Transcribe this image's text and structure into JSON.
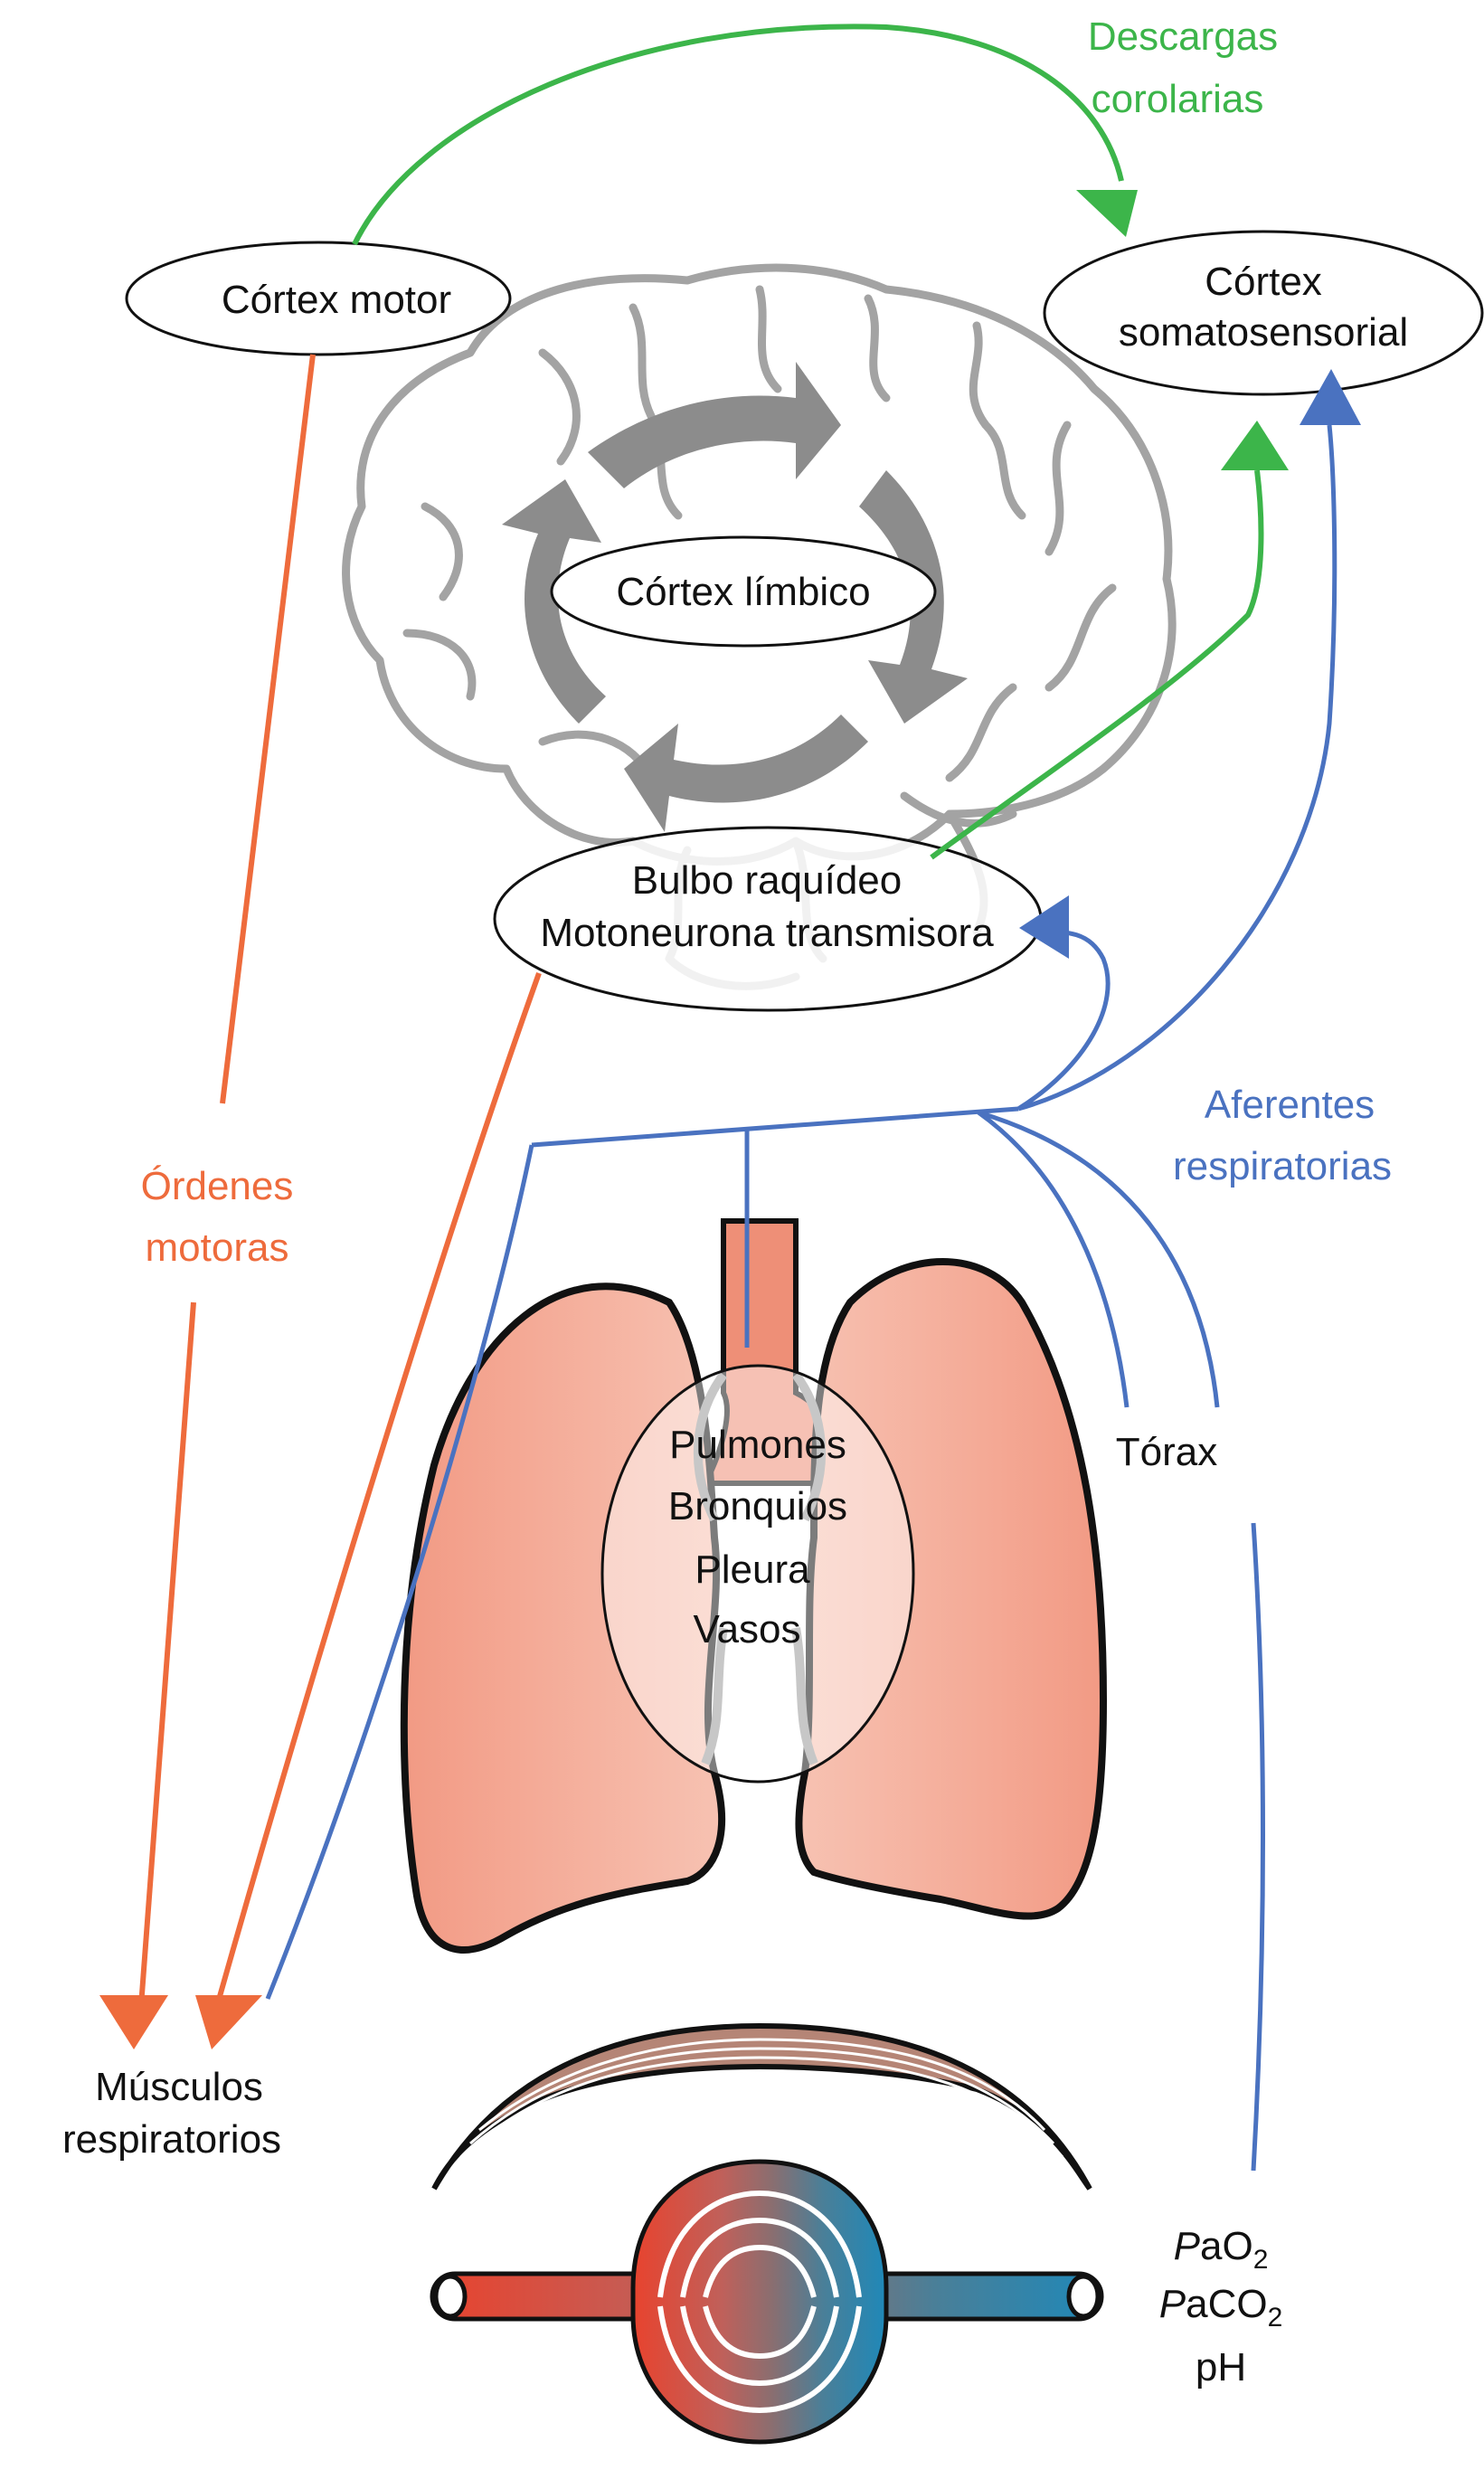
{
  "nodes": {
    "cortex_motor": "Córtex motor",
    "cortex_somato_line1": "Córtex",
    "cortex_somato_line2": "somatosensorial",
    "cortex_limbico": "Córtex límbico",
    "bulbo_line1": "Bulbo raquídeo",
    "bulbo_line2": "Motoneurona transmisora",
    "pulmones_list": [
      "Pulmones",
      "Bronquios",
      "Pleura",
      "Vasos"
    ]
  },
  "labels": {
    "descargas_line1": "Descargas",
    "descargas_line2": "corolarias",
    "ordenes_line1": "Órdenes",
    "ordenes_line2": "motoras",
    "aferentes_line1": "Aferentes",
    "aferentes_line2": "respiratorias",
    "torax": "Tórax",
    "musculos_line1": "Músculos",
    "musculos_line2": "respiratorios",
    "gases": [
      {
        "italic": "P",
        "base": "aO",
        "sub": "2"
      },
      {
        "italic": "P",
        "base": "aCO",
        "sub": "2"
      },
      {
        "italic": "",
        "base": "pH",
        "sub": ""
      }
    ]
  },
  "colors": {
    "corollary_discharge": "#3cb54a",
    "afferent": "#4a72c0",
    "motor_command": "#ee6b3c",
    "brain_outline": "#a3a3a3",
    "lung_fill": "#f2a08a",
    "diaphragm": "#a67a6a",
    "vessel_arterial": "#e8432e",
    "vessel_venous": "#1f88b8"
  },
  "icons": [
    "brain-illustration",
    "lungs-illustration",
    "diaphragm-illustration",
    "blood-vessel-illustration"
  ]
}
